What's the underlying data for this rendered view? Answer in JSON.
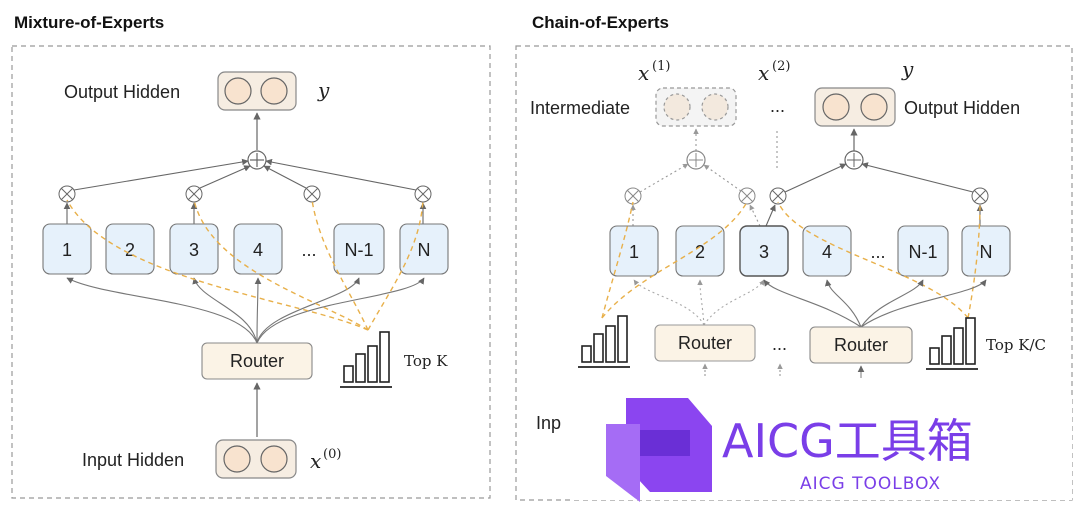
{
  "left_panel": {
    "title": "Mixture-of-Experts",
    "output_label": "Output Hidden",
    "output_symbol": "y",
    "experts": [
      "1",
      "2",
      "3",
      "4",
      "...",
      "N-1",
      "N"
    ],
    "router_label": "Router",
    "topk_label": "Top K",
    "input_label": "Input Hidden",
    "input_symbol": "x",
    "input_superscript": "(0)"
  },
  "right_panel": {
    "title": "Chain-of-Experts",
    "intermediate_label": "Intermediate",
    "intermediate_symbol": "x",
    "intermediate_superscript": "(1)",
    "next_symbol": "x",
    "next_superscript": "(2)",
    "ellipsis": "...",
    "output_symbol": "y",
    "output_label": "Output Hidden",
    "experts": [
      "1",
      "2",
      "3",
      "4",
      "...",
      "N-1",
      "N"
    ],
    "router_labels": [
      "Router",
      "Router"
    ],
    "topk_label": "Top K/C",
    "input_partial": "Inp"
  },
  "watermark": {
    "title": "AICG工具箱",
    "subtitle": "AICG TOOLBOX"
  },
  "colors": {
    "expert_fill": "#e6f1fb",
    "router_fill": "#fbf3e6",
    "routing_line": "#e8b04a",
    "watermark": "#7a3ee8"
  }
}
